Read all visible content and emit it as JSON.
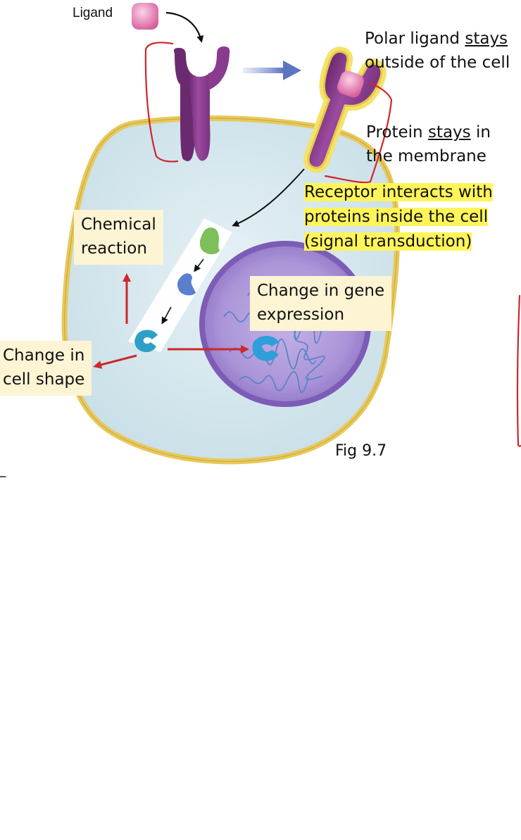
{
  "labels": {
    "ligand": "Ligand",
    "polar_line1_prefix": "Polar ligand ",
    "polar_line1_underlined": "stays",
    "polar_line2": "outside of the cell",
    "protein_line1_prefix": "Protein ",
    "protein_line1_underlined": "stays",
    "protein_line1_suffix": " in",
    "protein_line2": "the membrane",
    "receptor_line1": "Receptor interacts with",
    "receptor_line2": "proteins inside the cell",
    "receptor_line3": "(signal transduction)",
    "chemical_line1": "Chemical",
    "chemical_line2": "reaction",
    "gene_line1": "Change in gene",
    "gene_line2": "expression",
    "shape_line1": "Change in",
    "shape_line2": "cell shape",
    "figure": "Fig 9.7"
  },
  "colors": {
    "page_background": "#ffffff",
    "membrane_outline": "#e8c95a",
    "cytoplasm": "#d9eaf0",
    "nucleus": "#8f72c4",
    "receptor": "#8a3b8f",
    "ligand": "#e77fb5",
    "annotation_red": "#d0262a",
    "label_box": "#fdf4d4",
    "highlight": "#fff55a"
  },
  "icons": [
    "ligand-cube-icon",
    "receptor-icon",
    "activated-receptor-icon",
    "relay-protein-icon",
    "chromatin-icon"
  ]
}
